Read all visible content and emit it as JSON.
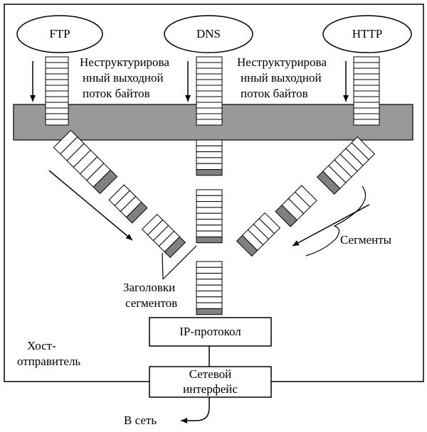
{
  "apps": [
    "FTP",
    "DNS",
    "HTTP"
  ],
  "stream_label_left": [
    "Неструктурирова",
    "нный выходной",
    "поток байтов"
  ],
  "stream_label_right": [
    "Неструктурирова",
    "нный выходной",
    "поток байтов"
  ],
  "segments_label": "Сегменты",
  "headers_label": [
    "Заголовки",
    "сегментов"
  ],
  "host_label": [
    "Хост-",
    "отправитель"
  ],
  "ip_label": "IP-протокол",
  "netif_label": [
    "Сетевой",
    "интерфейс"
  ],
  "out_label": "В сеть",
  "colors": {
    "stroke": "#000000",
    "header_fill": "#808080",
    "bar_fill": "#999999",
    "background": "#ffffff"
  }
}
